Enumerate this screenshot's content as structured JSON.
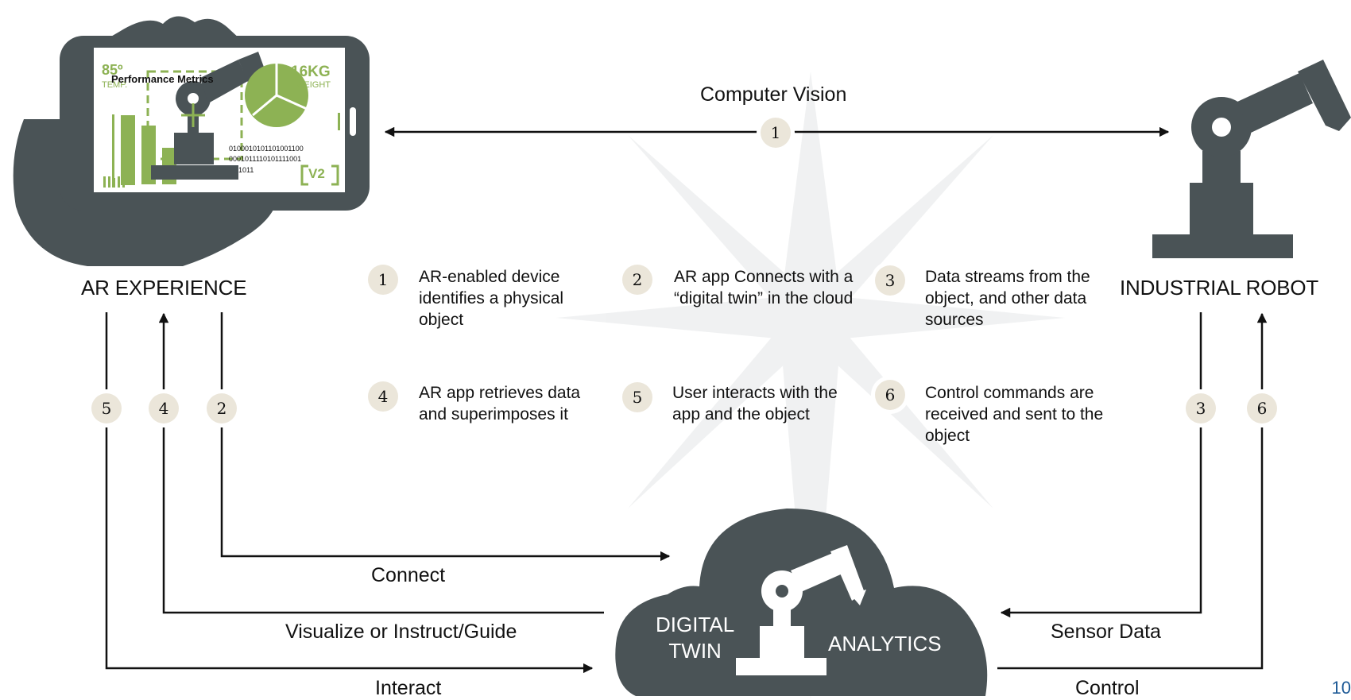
{
  "nodes": {
    "ar_experience": "AR EXPERIENCE",
    "industrial_robot": "INDUSTRIAL ROBOT",
    "cloud_left": "DIGITAL\nTWIN",
    "cloud_right": "ANALYTICS"
  },
  "phone_screen": {
    "temp_value": "85º",
    "temp_label": "TEMP.",
    "weight_value": "16KG",
    "weight_label": "WEIGHT",
    "metric_title": "Performance Metrics",
    "binary_1": "0100010101101001100",
    "binary_2": "0001011110101111001",
    "binary_3": "1011",
    "version": "V2"
  },
  "flows": {
    "computer_vision": "Computer Vision",
    "connect": "Connect",
    "visualize": "Visualize or Instruct/Guide",
    "interact": "Interact",
    "sensor_data": "Sensor Data",
    "control": "Control"
  },
  "steps": [
    {
      "num": "1",
      "text": "AR-enabled device identifies a physical object"
    },
    {
      "num": "2",
      "text": "AR app Connects with a “digital twin” in the cloud"
    },
    {
      "num": "3",
      "text": "Data streams from the object, and  other data sources"
    },
    {
      "num": "4",
      "text": "AR app retrieves data and superimposes it"
    },
    {
      "num": "5",
      "text": "User interacts with the app and the object"
    },
    {
      "num": "6",
      "text": "Control commands are received and sent to the object"
    }
  ],
  "badges": {
    "cv": "1",
    "left_5": "5",
    "left_4": "4",
    "left_2": "2",
    "right_3": "3",
    "right_6": "6"
  },
  "page_number": "10",
  "colors": {
    "icon_dark": "#4a5356",
    "accent_green": "#8db254",
    "badge_bg": "#ebe6da",
    "line": "#111111"
  }
}
